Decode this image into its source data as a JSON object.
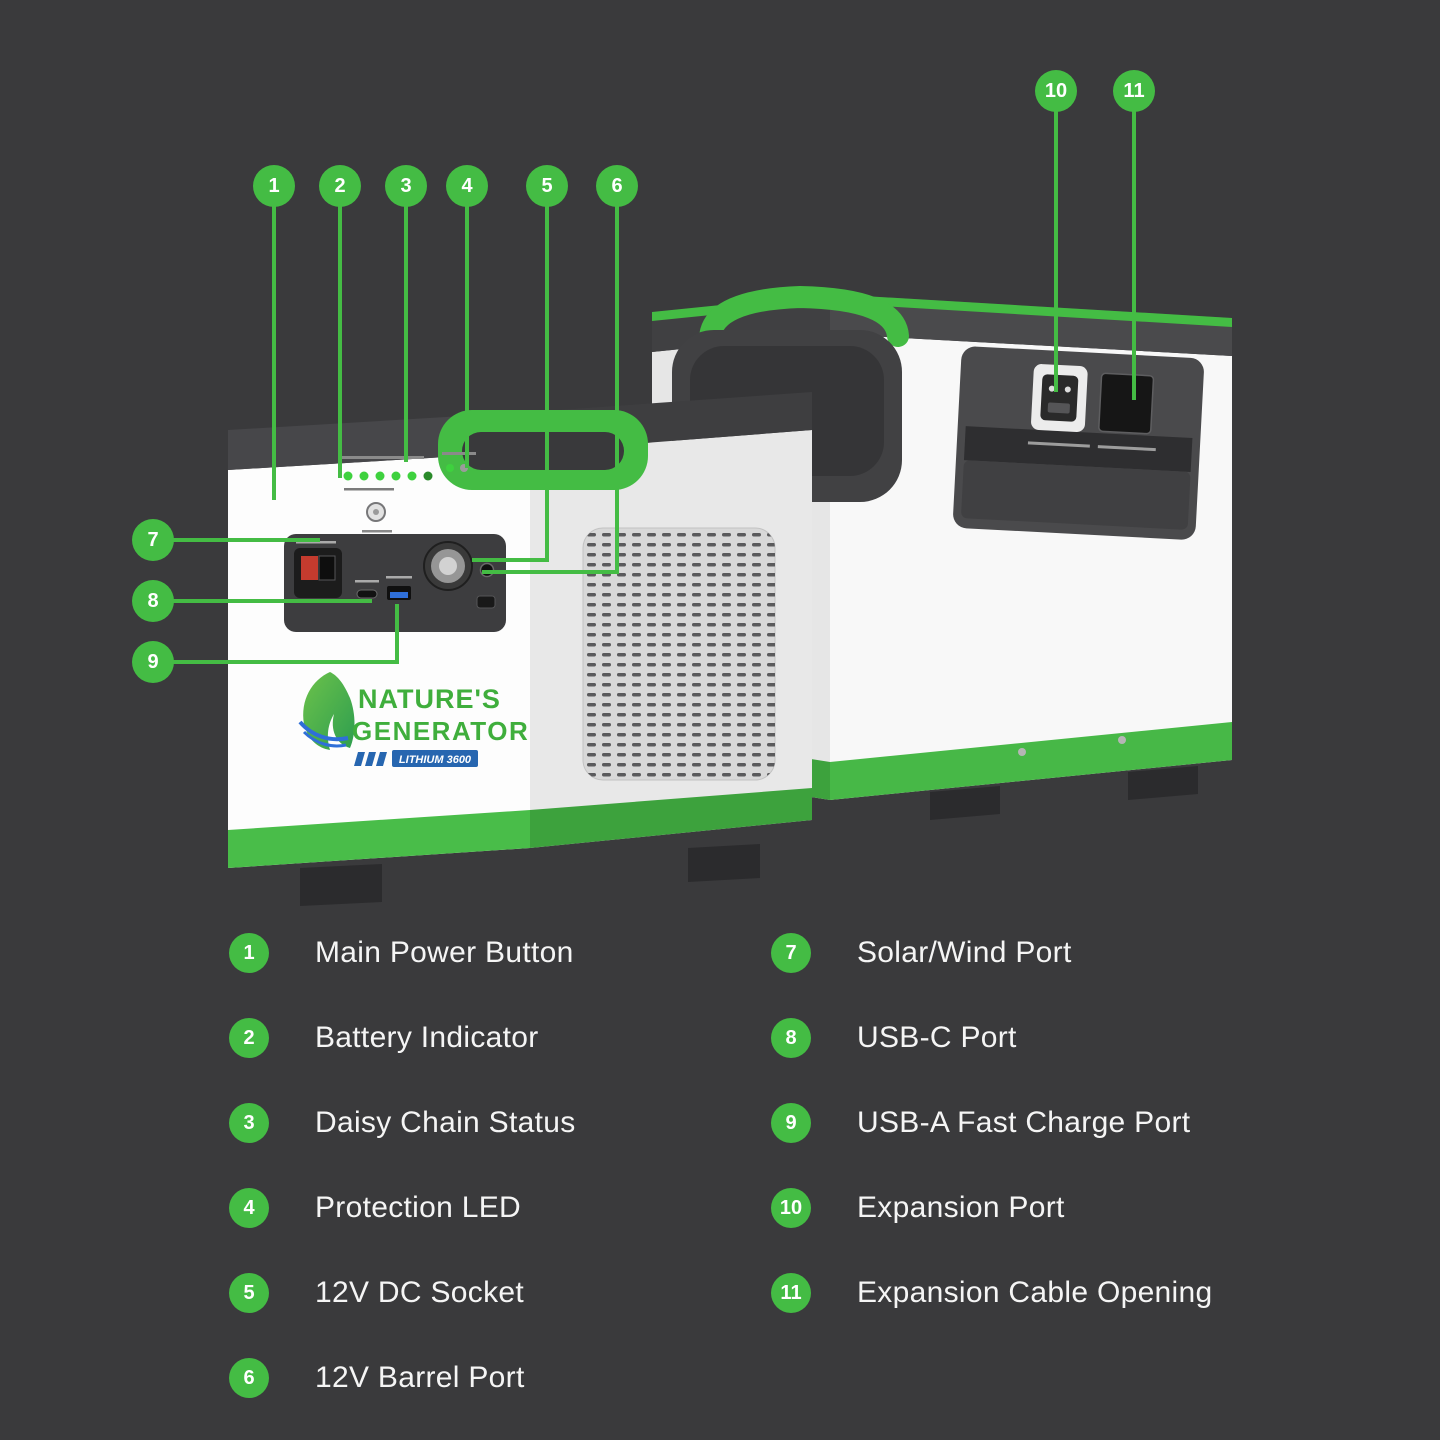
{
  "colors": {
    "background": "#3a3a3c",
    "accent_green": "#44bc44",
    "stripe_green": "#49bd49",
    "brand_green": "#3fae3c",
    "brand_blue": "#2766b0",
    "body_white": "#fdfdfd",
    "cap_gray": "#47474a"
  },
  "icons": {
    "logo": "leaf-icon"
  },
  "product": {
    "brand_line1": "NATURE'S",
    "brand_line2": "GENERATOR",
    "model": "LITHIUM 3600"
  },
  "legend": {
    "left": [
      {
        "number": "1",
        "label": "Main Power Button"
      },
      {
        "number": "2",
        "label": "Battery Indicator"
      },
      {
        "number": "3",
        "label": "Daisy Chain Status"
      },
      {
        "number": "4",
        "label": "Protection LED"
      },
      {
        "number": "5",
        "label": "12V DC Socket"
      },
      {
        "number": "6",
        "label": "12V Barrel Port"
      }
    ],
    "right": [
      {
        "number": "7",
        "label": "Solar/Wind Port"
      },
      {
        "number": "8",
        "label": "USB-C Port"
      },
      {
        "number": "9",
        "label": "USB-A Fast Charge Port"
      },
      {
        "number": "10",
        "label": "Expansion Port"
      },
      {
        "number": "11",
        "label": "Expansion Cable Opening"
      }
    ]
  }
}
